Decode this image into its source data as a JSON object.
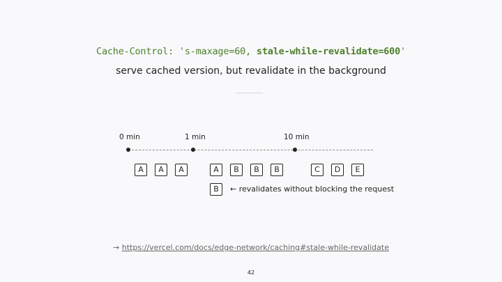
{
  "header": {
    "code_prefix": "Cache-Control: '",
    "code_maxage": "s-maxage=60, ",
    "code_swr": "stale-while-revalidate=600",
    "code_suffix": "'",
    "subtitle": "serve cached version, but revalidate in the background"
  },
  "timeline": {
    "ticks": [
      {
        "label": "0 min"
      },
      {
        "label": "1 min"
      },
      {
        "label": "10 min"
      }
    ],
    "boxes": [
      "A",
      "A",
      "A",
      "A",
      "B",
      "B",
      "B",
      "C",
      "D",
      "E"
    ],
    "revalidate_box": "B",
    "revalidate_note": "← revalidates without blocking the request"
  },
  "footer": {
    "link_arrow": "→ ",
    "link_text": "https://vercel.com/docs/edge-network/caching#stale-while-revalidate",
    "page_number": "42"
  },
  "colors": {
    "code_green": "#4c7f2c",
    "background": "#f9f9fb"
  }
}
